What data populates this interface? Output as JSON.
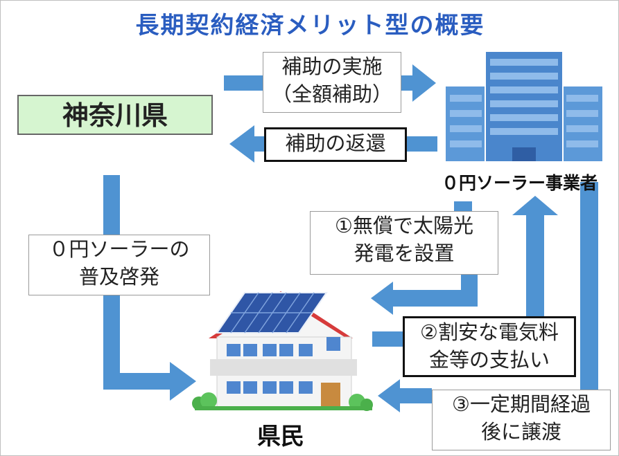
{
  "title": "長期契約経済メリット型の概要",
  "nodes": {
    "prefecture": "神奈川県",
    "company": "０円ソーラー事業者",
    "resident": "県民"
  },
  "flows": {
    "subsidy_line1": "補助の実施",
    "subsidy_line2": "（全額補助）",
    "refund": "補助の返還",
    "promotion_line1": "０円ソーラーの",
    "promotion_line2": "普及啓発",
    "step1_line1": "①無償で太陽光",
    "step1_line2": "発電を設置",
    "step2_line1": "②割安な電気料",
    "step2_line2": "金等の支払い",
    "step3_line1": "③一定期間経過",
    "step3_line2": "後に譲渡"
  },
  "colors": {
    "arrow": "#4f93d2",
    "title": "#2a5dc0",
    "prefecture_fill": "#d6f5d0",
    "building": "#5c99d8",
    "roof": "#d63b3b",
    "solar_panel": "#2f56a6"
  },
  "icons": [
    "office-building-icon",
    "house-with-solar-panel-icon"
  ]
}
